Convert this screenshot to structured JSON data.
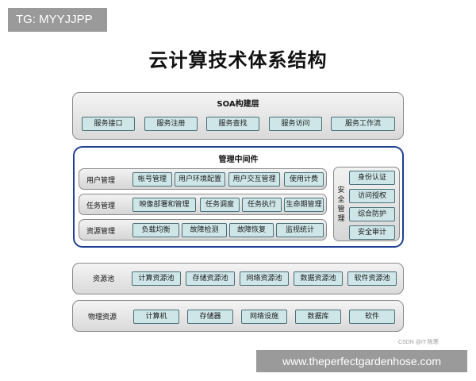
{
  "watermark_tag": "TG: MYYJJPP",
  "title": "云计算技术体系结构",
  "soa": {
    "title": "SOA构建层",
    "items": [
      "服务接口",
      "服务注册",
      "服务查找",
      "服务访问",
      "服务工作流"
    ]
  },
  "middleware": {
    "title": "管理中间件",
    "rows": [
      {
        "label": "用户管理",
        "items": [
          "帐号管理",
          "用户环境配置",
          "用户交互管理",
          "使用计费"
        ]
      },
      {
        "label": "任务管理",
        "items": [
          "映像部署和管理",
          "任务调度",
          "任务执行",
          "生命期管理"
        ]
      },
      {
        "label": "资源管理",
        "items": [
          "负载均衡",
          "故障检测",
          "故障恢复",
          "监视统计"
        ]
      }
    ],
    "security": {
      "label": "安全管理",
      "items": [
        "身份认证",
        "访问授权",
        "综合防护",
        "安全审计"
      ]
    }
  },
  "resource_pool": {
    "label": "资源池",
    "items": [
      "计算资源池",
      "存储资源池",
      "网络资源池",
      "数据资源池",
      "软件资源池"
    ]
  },
  "physical": {
    "label": "物理资源",
    "items": [
      "计算机",
      "存储器",
      "网络设施",
      "数据库",
      "软件"
    ]
  },
  "credit": "CSDN @IT 陈寒",
  "url_banner": "www.theperfectgardenhose.com"
}
